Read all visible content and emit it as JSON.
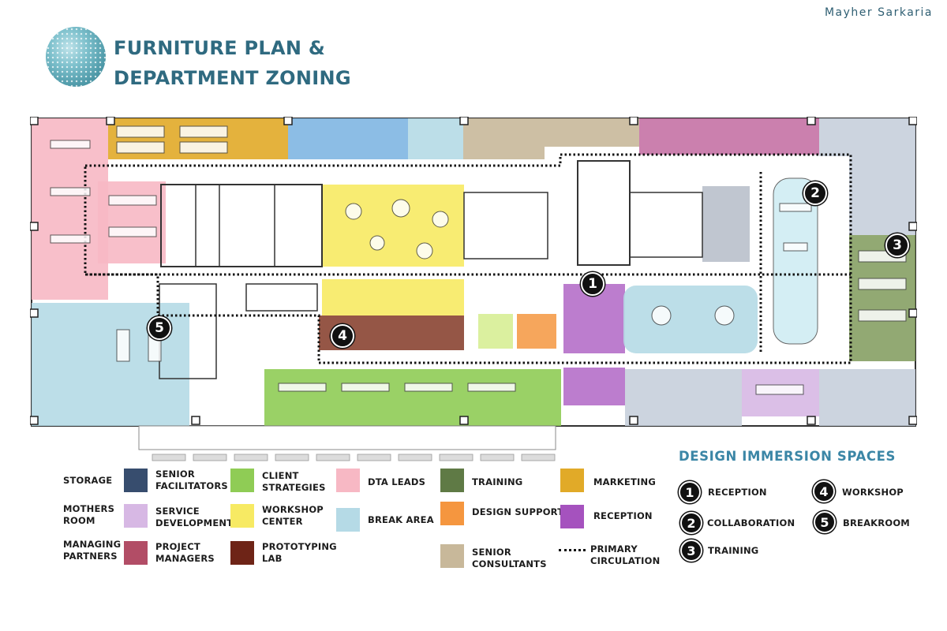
{
  "author": "Mayher Sarkaria",
  "title_line1": "FURNITURE PLAN &",
  "title_line2": "DEPARTMENT ZONING",
  "colors": {
    "storage": "#374d6e",
    "senior_facilitators": "#374d6e",
    "mothers_room": "#d7b8e4",
    "service_development": "#d7b8e4",
    "managing_partners": "#b24d66",
    "project_managers": "#b24d66",
    "client_strategies": "#8fcc55",
    "workshop_center": "#f7ea63",
    "prototyping_lab": "#6e2417",
    "dta_leads": "#f7b8c4",
    "break_area": "#b5dae6",
    "training": "#5f7a45",
    "design_support": "#f5963f",
    "senior_consultants": "#c8b89a",
    "reception": "#a552be",
    "marketing": "#e1aa28",
    "title": "#2f6a80",
    "immersion_title": "#3b86a6"
  },
  "plan_markers": [
    {
      "num": "1",
      "name": "reception"
    },
    {
      "num": "2",
      "name": "collaboration"
    },
    {
      "num": "3",
      "name": "training"
    },
    {
      "num": "4",
      "name": "workshop"
    },
    {
      "num": "5",
      "name": "breakroom"
    }
  ],
  "legend": {
    "storage": "STORAGE",
    "mothers_room_l1": "MOTHERS",
    "mothers_room_l2": "ROOM",
    "managing_partners_l1": "MANAGING",
    "managing_partners_l2": "PARTNERS",
    "senior_facilitators_l1": "SENIOR",
    "senior_facilitators_l2": "FACILITATORS",
    "service_development_l1": "SERVICE",
    "service_development_l2": "DEVELOPMENT",
    "project_managers_l1": "PROJECT",
    "project_managers_l2": "MANAGERS",
    "client_strategies_l1": "CLIENT",
    "client_strategies_l2": "STRATEGIES",
    "workshop_center_l1": "WORKSHOP",
    "workshop_center_l2": "CENTER",
    "prototyping_lab_l1": "PROTOTYPING",
    "prototyping_lab_l2": "LAB",
    "dta_leads": "DTA LEADS",
    "break_area": "BREAK AREA",
    "training": "TRAINING",
    "design_support": "DESIGN SUPPORT",
    "senior_consultants_l1": "SENIOR",
    "senior_consultants_l2": "CONSULTANTS",
    "marketing": "MARKETING",
    "reception": "RECEPTION",
    "primary_circulation_l1": "PRIMARY",
    "primary_circulation_l2": "CIRCULATION"
  },
  "immersion": {
    "title": "DESIGN IMMERSION SPACES",
    "items": [
      {
        "num": "1",
        "label": "RECEPTION"
      },
      {
        "num": "2",
        "label": "COLLABORATION"
      },
      {
        "num": "3",
        "label": "TRAINING"
      },
      {
        "num": "4",
        "label": "WORKSHOP"
      },
      {
        "num": "5",
        "label": "BREAKROOM"
      }
    ]
  }
}
